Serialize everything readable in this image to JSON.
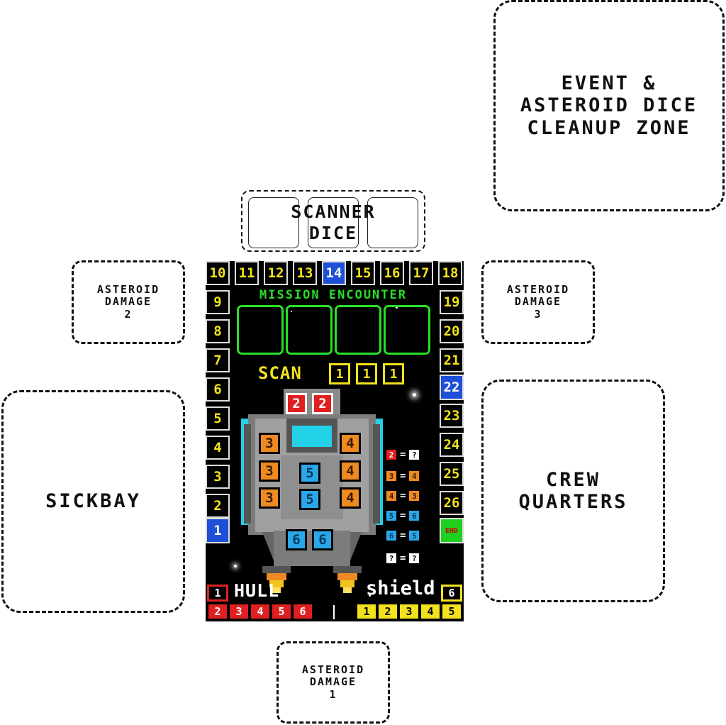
{
  "zones": {
    "event_cleanup": "EVENT &\nASTEROID DICE\nCLEANUP ZONE",
    "scanner_dice": "SCANNER\nDICE",
    "asteroid_damage_2": "ASTEROID\nDAMAGE\n2",
    "asteroid_damage_3": "ASTEROID\nDAMAGE\n3",
    "asteroid_damage_1": "ASTEROID\nDAMAGE\n1",
    "sickbay": "SICKBAY",
    "crew_quarters": "CREW\nQUARTERS"
  },
  "board": {
    "track_top": [
      "10",
      "11",
      "12",
      "13",
      "14",
      "15",
      "16",
      "17",
      "18"
    ],
    "track_left": [
      "9",
      "8",
      "7",
      "6",
      "5",
      "4",
      "3",
      "2",
      "1"
    ],
    "track_right": [
      "19",
      "20",
      "21",
      "22",
      "23",
      "24",
      "25",
      "26",
      "END"
    ],
    "current_position": "14",
    "highlight_left": "1",
    "highlight_right": "22",
    "mission_title": "MISSION ENCOUNTER",
    "scan_label": "SCAN",
    "scan_values": [
      "1",
      "1",
      "1"
    ],
    "ship": {
      "top_dice": [
        "2",
        "2"
      ],
      "left_dice": [
        "3",
        "3",
        "3"
      ],
      "right_dice": [
        "4",
        "4",
        "4"
      ],
      "center_dice": [
        "5",
        "5"
      ],
      "bottom_dice": [
        "6",
        "6"
      ]
    },
    "legend": [
      {
        "die": "2",
        "color": "red",
        "result": "?"
      },
      {
        "die": "3",
        "color": "orange",
        "result": "4"
      },
      {
        "die": "4",
        "color": "orange",
        "result": "3"
      },
      {
        "die": "5",
        "color": "blue",
        "result": "6"
      },
      {
        "die": "6",
        "color": "blue",
        "result": "5"
      },
      {
        "die": "?",
        "color": "white",
        "result": "?"
      }
    ],
    "hull_label": "HULL",
    "hull_values": [
      "1",
      "2",
      "3",
      "4",
      "5",
      "6"
    ],
    "shield_label": "shield",
    "shield_values": [
      "6",
      "1",
      "2",
      "3",
      "4",
      "5"
    ],
    "colors": {
      "track_yellow": "#f2e21d",
      "mission_green": "#28e028",
      "current_blue": "#1e4fd8",
      "end_green": "#1fd01f",
      "hull_red": "#e02020",
      "orange": "#ee8a22",
      "blue": "#2aa7e8"
    }
  }
}
